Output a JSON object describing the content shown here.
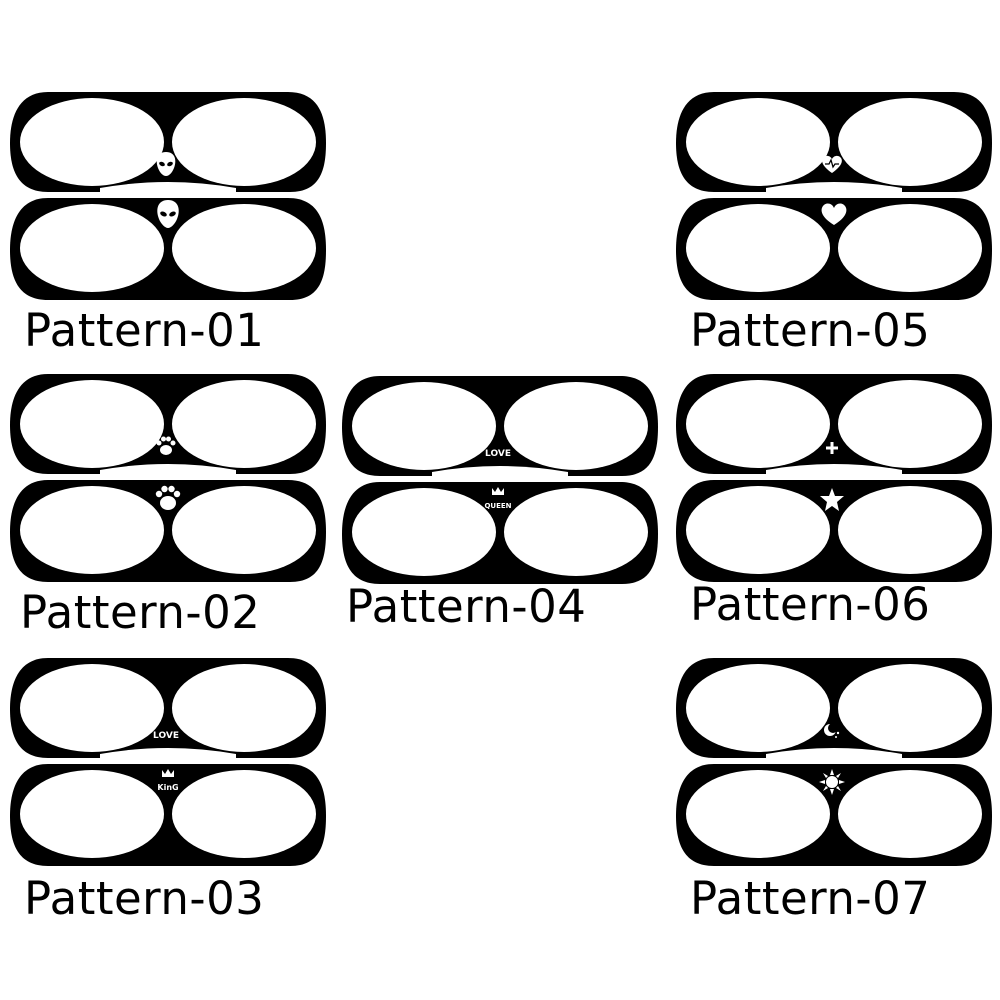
{
  "colors": {
    "plate": "#000000",
    "cutout": "#ffffff",
    "text": "#000000"
  },
  "patterns": [
    {
      "label": "Pattern-01",
      "top_icon": "alien-icon",
      "bottom_icon": "alien-icon"
    },
    {
      "label": "Pattern-02",
      "top_icon": "paw-icon",
      "bottom_icon": "paw-icon"
    },
    {
      "label": "Pattern-03",
      "top_icon": "love-text",
      "bottom_icon": "crown-king",
      "top_text": "LOVE",
      "bottom_text": "KinG"
    },
    {
      "label": "Pattern-04",
      "top_icon": "love-text",
      "bottom_icon": "crown-queen",
      "top_text": "LOVE",
      "bottom_text": "QUEEN"
    },
    {
      "label": "Pattern-05",
      "top_icon": "heartbeat-icon",
      "bottom_icon": "heart-icon"
    },
    {
      "label": "Pattern-06",
      "top_icon": "plus-icon",
      "bottom_icon": "star-icon"
    },
    {
      "label": "Pattern-07",
      "top_icon": "moon-icon",
      "bottom_icon": "sun-icon"
    }
  ]
}
